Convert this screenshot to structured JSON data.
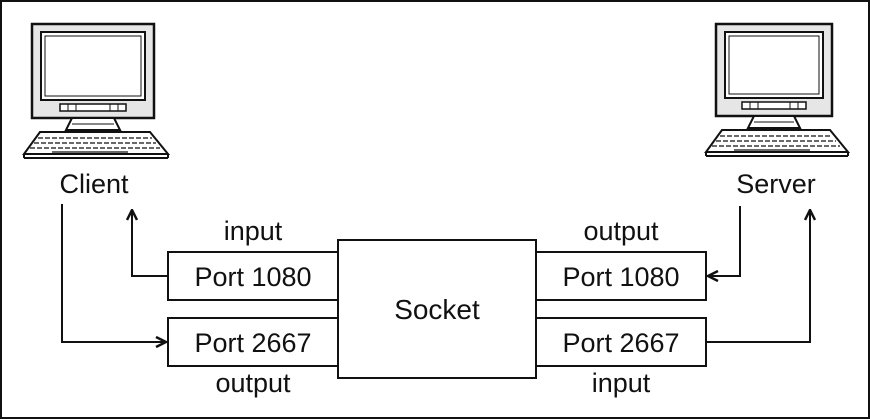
{
  "diagram": {
    "client": {
      "label": "Client",
      "icon": "desktop-computer-icon"
    },
    "server": {
      "label": "Server",
      "icon": "desktop-computer-icon"
    },
    "socket": {
      "label": "Socket"
    },
    "client_side": {
      "top_port": {
        "label": "Port 1080",
        "direction_label": "input"
      },
      "bottom_port": {
        "label": "Port 2667",
        "direction_label": "output"
      }
    },
    "server_side": {
      "top_port": {
        "label": "Port 1080",
        "direction_label": "output"
      },
      "bottom_port": {
        "label": "Port 2667",
        "direction_label": "input"
      }
    }
  },
  "colors": {
    "stroke": "#111111",
    "background": "#ffffff",
    "screen_fill": "#ffffff",
    "monitor_fill": "#d9d9d9"
  }
}
